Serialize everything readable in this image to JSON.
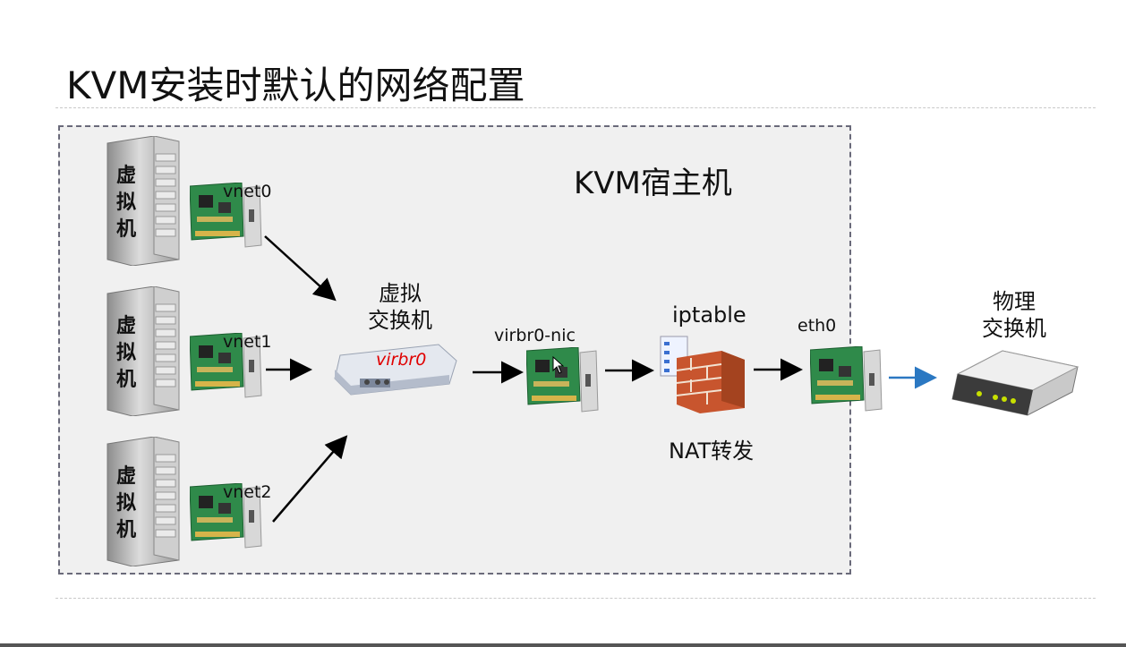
{
  "title": "KVM安装时默认的网络配置",
  "host": {
    "label": "KVM宿主机"
  },
  "vms": [
    {
      "text": "虚\n拟\n机",
      "nic": "vnet0"
    },
    {
      "text": "虚\n拟\n机",
      "nic": "vnet1"
    },
    {
      "text": "虚\n拟\n机",
      "nic": "vnet2"
    }
  ],
  "vswitch": {
    "label_line1": "虚拟",
    "label_line2": "交换机",
    "name": "virbr0"
  },
  "bridge_nic": {
    "label": "virbr0-nic"
  },
  "firewall": {
    "label": "iptable",
    "caption": "NAT转发"
  },
  "host_nic": {
    "label": "eth0"
  },
  "physical_switch": {
    "label_line1": "物理",
    "label_line2": "交换机"
  },
  "colors": {
    "host_bg": "#f0f0f0",
    "virbr0_text": "#e00000",
    "uplink_arrow": "#2b78c2",
    "arrow": "#000000"
  }
}
